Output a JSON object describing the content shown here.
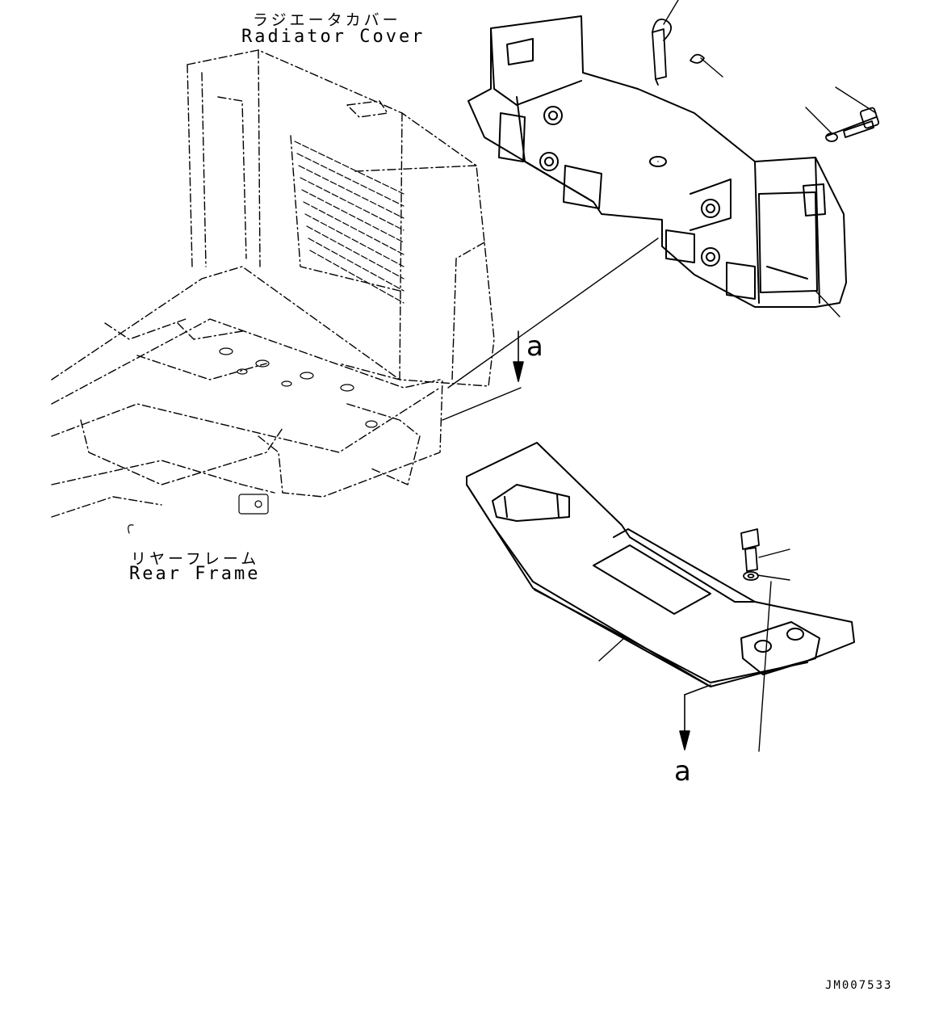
{
  "labels": {
    "radiator_cover_jp": "ラジエータカバー",
    "radiator_cover_en": "Radiator Cover",
    "rear_frame_jp": "リヤーフレーム",
    "rear_frame_en": "Rear Frame",
    "view_mark_top": "a",
    "view_mark_bottom": "a",
    "drawing_code": "JM007533"
  },
  "colors": {
    "line": "#000000",
    "background": "#ffffff"
  }
}
